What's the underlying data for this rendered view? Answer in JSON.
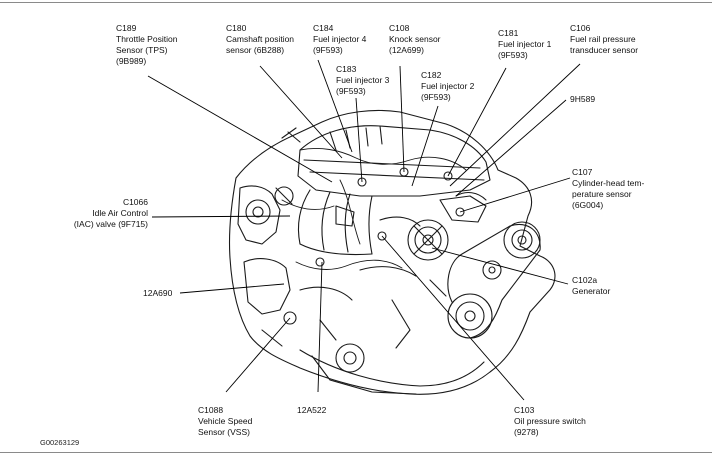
{
  "figure_id": "G00263129",
  "callouts": [
    {
      "id": "c189",
      "lines": [
        "C189",
        "Throttle Position",
        "Sensor (TPS)",
        "(9B989)"
      ]
    },
    {
      "id": "c180",
      "lines": [
        "C180",
        "Camshaft position",
        "sensor (6B288)"
      ]
    },
    {
      "id": "c184",
      "lines": [
        "C184",
        "Fuel injector 4",
        "(9F593)"
      ]
    },
    {
      "id": "c183",
      "lines": [
        "C183",
        "Fuel injector 3",
        "(9F593)"
      ]
    },
    {
      "id": "c108",
      "lines": [
        "C108",
        "Knock sensor",
        "(12A699)"
      ]
    },
    {
      "id": "c182",
      "lines": [
        "C182",
        "Fuel injector 2",
        "(9F593)"
      ]
    },
    {
      "id": "c181",
      "lines": [
        "C181",
        "Fuel injector 1",
        "(9F593)"
      ]
    },
    {
      "id": "c106",
      "lines": [
        "C106",
        "Fuel rail pressure",
        "transducer sensor"
      ]
    },
    {
      "id": "h589",
      "lines": [
        "9H589"
      ]
    },
    {
      "id": "c107",
      "lines": [
        "C107",
        "Cylinder-head tem-",
        "perature sensor",
        "(6G004)"
      ]
    },
    {
      "id": "c1066",
      "lines": [
        "C1066",
        "Idle Air Control",
        "(IAC) valve (9F715)"
      ]
    },
    {
      "id": "c102a",
      "lines": [
        "C102a",
        "Generator"
      ]
    },
    {
      "id": "a690",
      "lines": [
        "12A690"
      ]
    },
    {
      "id": "c1088",
      "lines": [
        "C1088",
        "Vehicle Speed",
        "Sensor (VSS)"
      ]
    },
    {
      "id": "a522",
      "lines": [
        "12A522"
      ]
    },
    {
      "id": "c103",
      "lines": [
        "C103",
        "Oil pressure switch",
        "(9278)"
      ]
    }
  ]
}
